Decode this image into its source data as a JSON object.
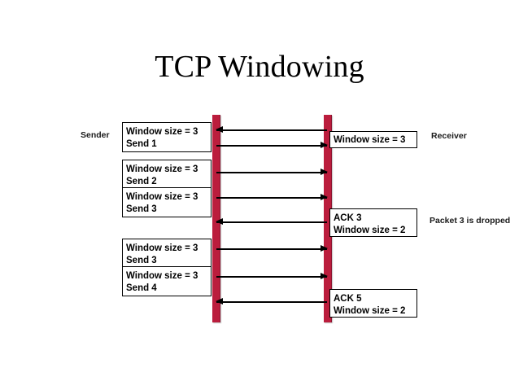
{
  "slide": {
    "title": "TCP Windowing",
    "background_color": "#ffffff",
    "lifeline_color": "#bb1d3d",
    "line_color": "#000000"
  },
  "actors": {
    "sender_label": "Sender",
    "receiver_label": "Receiver"
  },
  "annotations": {
    "packet_dropped": "Packet 3 is dropped"
  },
  "sender_boxes": [
    {
      "line1": "Window size = 3",
      "line2": "Send 1"
    },
    {
      "line1": "Window size = 3",
      "line2": "Send 2"
    },
    {
      "line1": "Window size = 3",
      "line2": "Send 3"
    },
    {
      "line1": "Window size = 3",
      "line2": "Send 3"
    },
    {
      "line1": "Window size = 3",
      "line2": "Send 4"
    }
  ],
  "receiver_boxes": [
    {
      "line1": "Window size = 3",
      "line2": ""
    },
    {
      "line1": "ACK 3",
      "line2": "Window size = 2"
    },
    {
      "line1": "ACK 5",
      "line2": "Window size = 2"
    }
  ],
  "messages": [
    {
      "name": "initial-window-advertisement",
      "direction": "to-left"
    },
    {
      "name": "send-1",
      "direction": "to-right"
    },
    {
      "name": "send-2",
      "direction": "to-right"
    },
    {
      "name": "send-3-dropped",
      "direction": "to-right"
    },
    {
      "name": "ack-3",
      "direction": "to-left"
    },
    {
      "name": "send-3-retransmit",
      "direction": "to-right"
    },
    {
      "name": "send-4",
      "direction": "to-right"
    },
    {
      "name": "ack-5",
      "direction": "to-left"
    }
  ]
}
